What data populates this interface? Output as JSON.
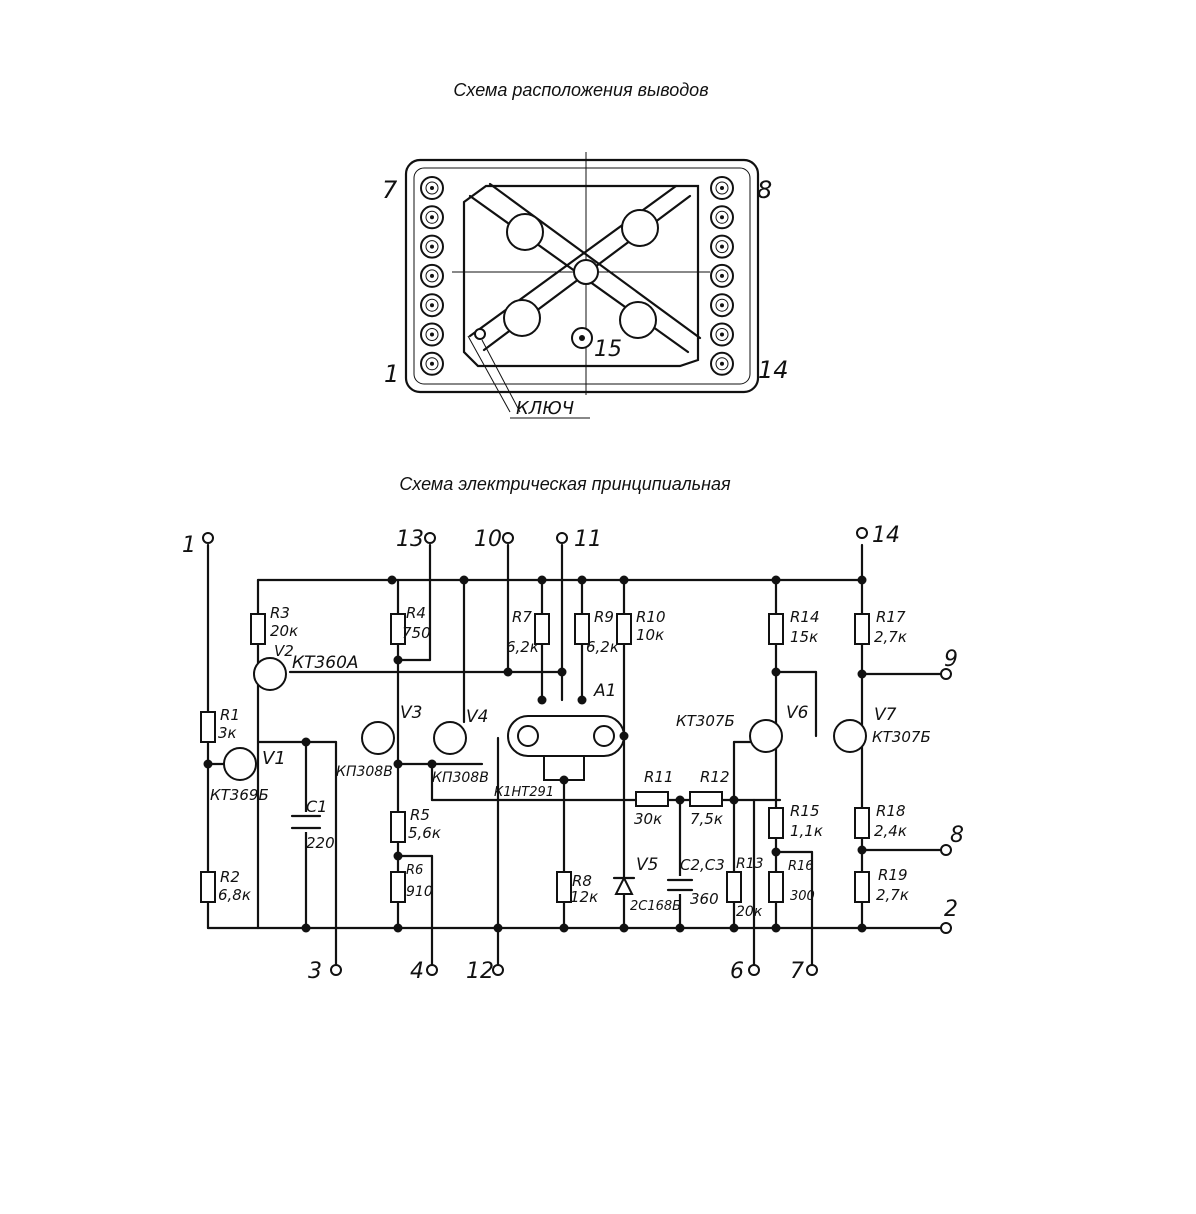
{
  "titles": {
    "pinout": "Схема расположения выводов",
    "schematic": "Схема электрическая принципиальная"
  },
  "pinout": {
    "pin_labels": {
      "p7": "7",
      "p8": "8",
      "p1": "1",
      "p14": "14",
      "p15": "15"
    },
    "key_label": "КЛЮЧ"
  },
  "schematic": {
    "terminals": {
      "t1": "1",
      "t13": "13",
      "t10": "10",
      "t11": "11",
      "t14": "14",
      "t9": "9",
      "t8": "8",
      "t2": "2",
      "t3": "3",
      "t4": "4",
      "t12": "12",
      "t6": "6",
      "t7": "7"
    },
    "resistors": {
      "R1": {
        "name": "R1",
        "value": "3к"
      },
      "R2": {
        "name": "R2",
        "value": "6,8к"
      },
      "R3": {
        "name": "R3",
        "value": "20к"
      },
      "R4": {
        "name": "R4",
        "value": "750"
      },
      "R5": {
        "name": "R5",
        "value": "5,6к"
      },
      "R6": {
        "name": "R6",
        "value": "910"
      },
      "R7": {
        "name": "R7",
        "value": "6,2к"
      },
      "R8": {
        "name": "R8",
        "value": "12к"
      },
      "R9": {
        "name": "R9",
        "value": "6,2к"
      },
      "R10": {
        "name": "R10",
        "value": "10к"
      },
      "R11": {
        "name": "R11",
        "value": "30к"
      },
      "R12": {
        "name": "R12",
        "value": "7,5к"
      },
      "R13": {
        "name": "R13",
        "value": "20к"
      },
      "R14": {
        "name": "R14",
        "value": "15к"
      },
      "R15": {
        "name": "R15",
        "value": "1,1к"
      },
      "R16": {
        "name": "R16",
        "value": "300"
      },
      "R17": {
        "name": "R17",
        "value": "2,7к"
      },
      "R18": {
        "name": "R18",
        "value": "2,4к"
      },
      "R19": {
        "name": "R19",
        "value": "2,7к"
      }
    },
    "capacitors": {
      "C1": {
        "name": "C1",
        "value": "220"
      },
      "C23": {
        "name": "C2,C3",
        "value": "360"
      }
    },
    "transistors": {
      "V1": {
        "name": "V1",
        "type": "КТ369Б"
      },
      "V2": {
        "name": "V2",
        "type": "КТ360А"
      },
      "V3": {
        "name": "V3",
        "type": "КП308В"
      },
      "V4": {
        "name": "V4",
        "type": "КП308В"
      },
      "V6": {
        "name": "V6",
        "type": "КТ307Б"
      },
      "V7": {
        "name": "V7",
        "type": "КТ307Б"
      }
    },
    "diode": {
      "name": "V5",
      "type": "2С168Б"
    },
    "assembly": {
      "name": "A1",
      "type": "К1НТ291"
    }
  },
  "colors": {
    "ink": "#111111",
    "paper": "#ffffff"
  }
}
